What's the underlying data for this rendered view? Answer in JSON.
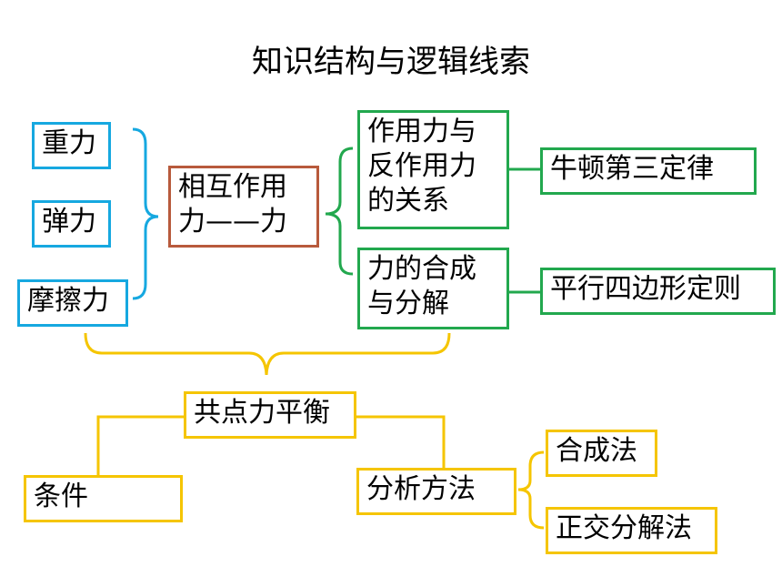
{
  "title": "知识结构与逻辑线索",
  "nodes": {
    "gravity": "重力",
    "elastic": "弹力",
    "friction": "摩擦力",
    "interaction": "相互作用\n力——力",
    "action_reaction": "作用力与\n反作用力\n的关系",
    "composition": "力的合成\n与分解",
    "newton_third": "牛顿第三定律",
    "parallelogram": "平行四边形定则",
    "equilibrium": "共点力平衡",
    "condition": "条件",
    "analysis": "分析方法",
    "synthesis_method": "合成法",
    "orthogonal_method": "正交分解法"
  },
  "colors": {
    "blue": "#16a8e0",
    "brown": "#b85a3c",
    "green": "#22a84e",
    "yellow": "#f5c500"
  }
}
